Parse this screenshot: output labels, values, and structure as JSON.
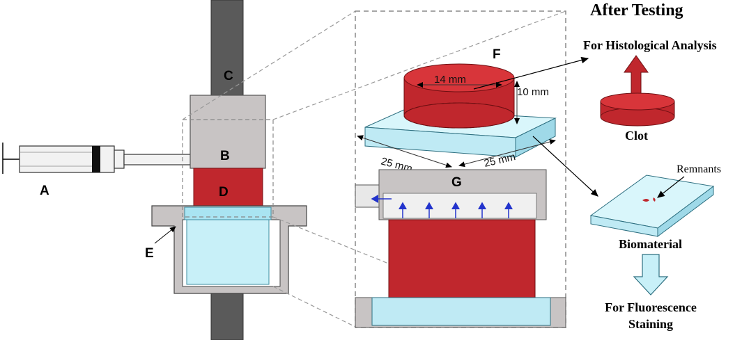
{
  "labels": {
    "a": "A",
    "b": "B",
    "c": "C",
    "d": "D",
    "e": "E",
    "f": "F",
    "g": "G"
  },
  "dimensions": {
    "diameter": "14 mm",
    "height": "10 mm",
    "width_left": "25 mm",
    "width_right": "25 mm"
  },
  "right_panel": {
    "title": "After Testing",
    "histology": "For Histological Analysis",
    "clot": "Clot",
    "remnants": "Remnants",
    "biomaterial": "Biomaterial",
    "fluorescence_line1": "For Fluorescence",
    "fluorescence_line2": "Staining"
  },
  "colors": {
    "clot_red": "#c0272d",
    "rod_gray": "#5a5a5a",
    "block_gray": "#c8c4c4",
    "biomaterial_cyan": "#c8f0f8",
    "flow_arrow_blue": "#2233cc"
  }
}
